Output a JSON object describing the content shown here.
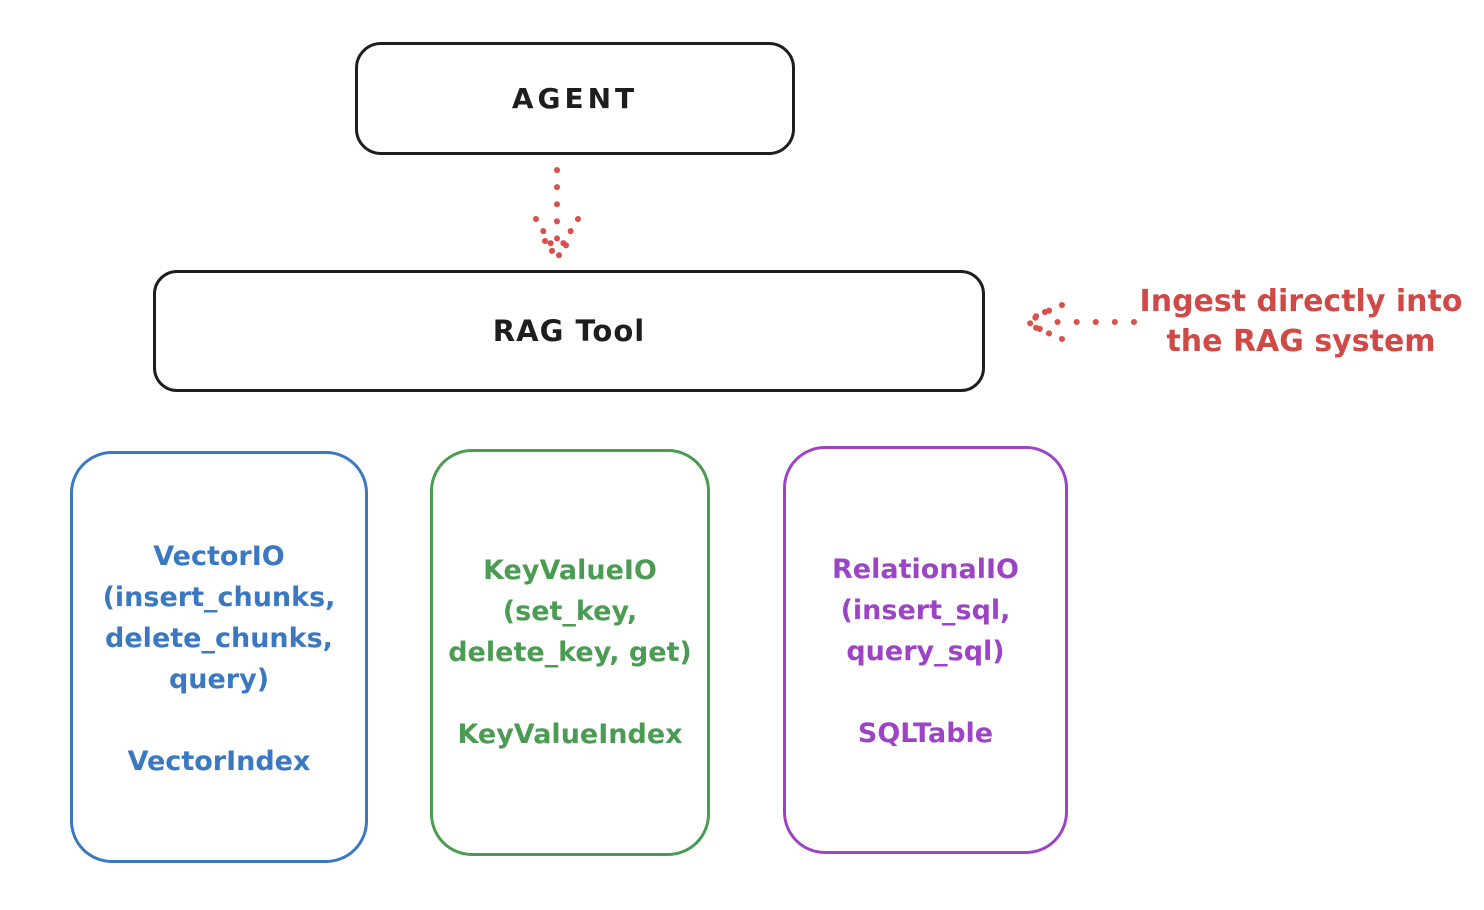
{
  "diagram": {
    "nodes": {
      "agent": {
        "label": "AGENT"
      },
      "rag_tool": {
        "label": "RAG Tool"
      },
      "vector_io": {
        "title": "VectorIO",
        "lines": [
          "(insert_chunks,",
          "delete_chunks,",
          "query)"
        ],
        "footer": "VectorIndex",
        "color": "#3b78c2"
      },
      "key_value_io": {
        "title": "KeyValueIO",
        "lines": [
          "(set_key,",
          "delete_key, get)"
        ],
        "footer": "KeyValueIndex",
        "color": "#4a9c52"
      },
      "relational_io": {
        "title": "RelationalIO",
        "lines": [
          "(insert_sql,",
          "query_sql)"
        ],
        "footer": "SQLTable",
        "color": "#9d44c6"
      }
    },
    "annotation": {
      "line1": "Ingest directly into",
      "line2": "the RAG system",
      "color": "#cf4a47"
    },
    "connectors": {
      "agent_to_rag": "dotted-red-down-arrow",
      "annotation_to_rag": "dotted-red-left-arrow",
      "arrow_color": "#d9504c"
    }
  }
}
